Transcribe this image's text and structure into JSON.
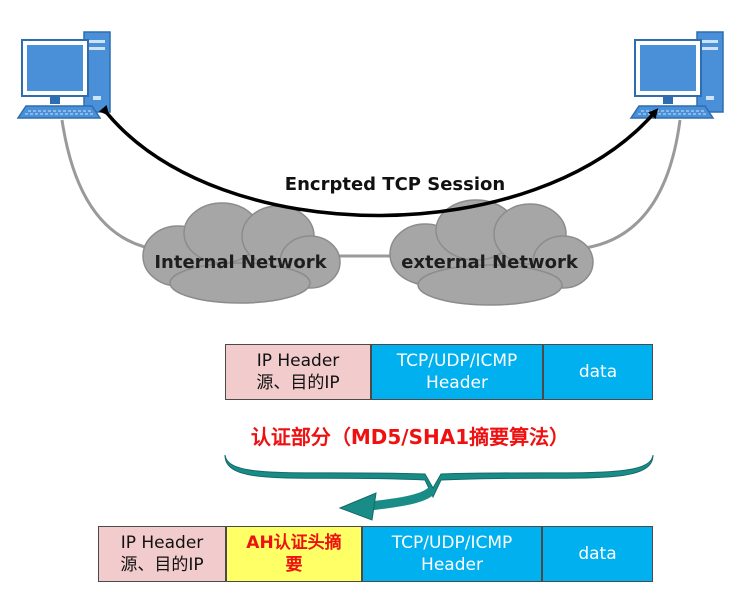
{
  "session_label": "Encrpted TCP Session",
  "networks": {
    "internal": "Internal Network",
    "external": "external Network"
  },
  "packet_top": {
    "ip_header_line1": "IP Header",
    "ip_header_line2": "源、目的IP",
    "transport_line1": "TCP/UDP/ICMP",
    "transport_line2": "Header",
    "data": "data"
  },
  "auth_label": "认证部分（MD5/SHA1摘要算法）",
  "packet_bottom": {
    "ip_header_line1": "IP Header",
    "ip_header_line2": "源、目的IP",
    "ah_line1": "AH认证头摘",
    "ah_line2": "要",
    "transport_line1": "TCP/UDP/ICMP",
    "transport_line2": "Header",
    "data": "data"
  },
  "colors": {
    "ip_header_fill": "#f2cccc",
    "transport_fill": "#00b0ef",
    "ah_fill": "#ffff66",
    "auth_text": "#ee1111",
    "brace_fill": "#1a8c88",
    "cloud_fill": "#a6a6a6",
    "computer_blue": "#4a90d9"
  },
  "icons": [
    "desktop-computer-icon",
    "desktop-computer-icon",
    "cloud-icon",
    "cloud-icon"
  ]
}
